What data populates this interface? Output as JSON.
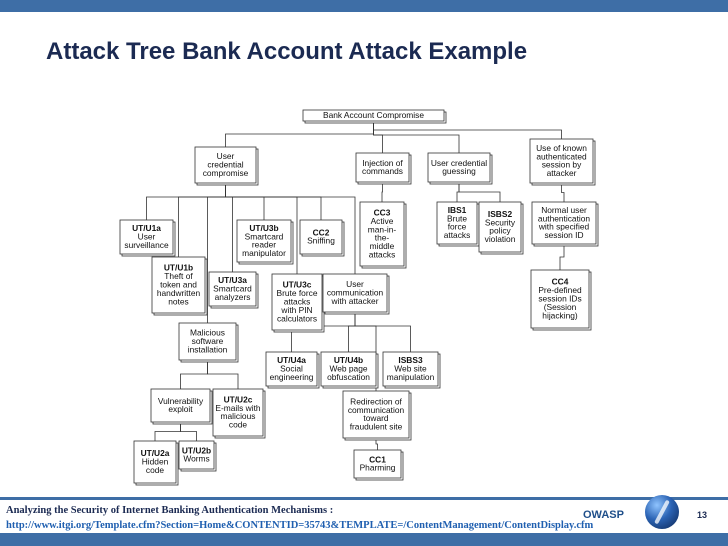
{
  "title": "Attack Tree Bank Account Attack Example",
  "footer": {
    "title": "Analyzing the Security of Internet Banking Authentication Mechanisms :",
    "url": "http://www.itgi.org/Template.cfm?Section=Home&CONTENTID=35743&TEMPLATE=/ContentManagement/ContentDisplay.cfm",
    "brand": "OWASP",
    "page": "13"
  },
  "colors": {
    "accent": "#3e6ea6",
    "title": "#1b2a52",
    "link": "#1f5fb0"
  },
  "icons": {
    "logo": "owasp-globe-icon"
  },
  "nodes": [
    {
      "id": "root",
      "bold": false,
      "lines": [
        "Bank Account Compromise"
      ]
    },
    {
      "id": "user-credential-compromise",
      "bold": false,
      "lines": [
        "User",
        "credential",
        "compromise"
      ]
    },
    {
      "id": "injection-of-commands",
      "bold": false,
      "lines": [
        "Injection of",
        "commands"
      ]
    },
    {
      "id": "user-credential-guessing",
      "bold": false,
      "lines": [
        "User credential",
        "guessing"
      ]
    },
    {
      "id": "use-of-known-session",
      "bold": false,
      "lines": [
        "Use of known",
        "authenticated",
        "session by",
        "attacker"
      ]
    },
    {
      "id": "ut-u1a",
      "bold": true,
      "lines": [
        "UT/U1a",
        "User",
        "surveillance"
      ]
    },
    {
      "id": "ut-u3b",
      "bold": true,
      "lines": [
        "UT/U3b",
        "Smartcard",
        "reader",
        "manipulator"
      ]
    },
    {
      "id": "cc2",
      "bold": true,
      "lines": [
        "CC2",
        "Sniffing"
      ]
    },
    {
      "id": "cc3",
      "bold": true,
      "lines": [
        "CC3",
        "Active",
        "man-in-",
        "the-",
        "middle",
        "attacks"
      ]
    },
    {
      "id": "ibs1",
      "bold": true,
      "lines": [
        "IBS1",
        "Brute",
        "force",
        "attacks"
      ]
    },
    {
      "id": "isbs2",
      "bold": true,
      "lines": [
        "ISBS2",
        "Security",
        "policy",
        "violation"
      ]
    },
    {
      "id": "normal-user-authentication",
      "bold": false,
      "lines": [
        "Normal user",
        "authentication",
        "with specified",
        "session ID"
      ]
    },
    {
      "id": "ut-u1b",
      "bold": true,
      "lines": [
        "UT/U1b",
        "Theft of",
        "token and",
        "handwritten",
        "notes"
      ]
    },
    {
      "id": "ut-u3a",
      "bold": true,
      "lines": [
        "UT/U3a",
        "Smartcard",
        "analyzers"
      ]
    },
    {
      "id": "ut-u3c",
      "bold": true,
      "lines": [
        "UT/U3c",
        "Brute force",
        "attacks",
        "with PIN",
        "calculators"
      ]
    },
    {
      "id": "user-communication-with-attacker",
      "bold": false,
      "lines": [
        "User",
        "communication",
        "with attacker"
      ]
    },
    {
      "id": "cc4",
      "bold": true,
      "lines": [
        "CC4",
        "Pre-defined",
        "session IDs",
        "(Session",
        "hijacking)"
      ]
    },
    {
      "id": "malicious-software-installation",
      "bold": false,
      "lines": [
        "Malicious",
        "software",
        "installation"
      ]
    },
    {
      "id": "ut-u4a",
      "bold": true,
      "lines": [
        "UT/U4a",
        "Social",
        "engineering"
      ]
    },
    {
      "id": "ut-u4b",
      "bold": true,
      "lines": [
        "UT/U4b",
        "Web page",
        "obfuscation"
      ]
    },
    {
      "id": "isbs3",
      "bold": true,
      "lines": [
        "ISBS3",
        "Web site",
        "manipulation"
      ]
    },
    {
      "id": "vulnerability-exploit",
      "bold": false,
      "lines": [
        "Vulnerability",
        "exploit"
      ]
    },
    {
      "id": "ut-u2c",
      "bold": true,
      "lines": [
        "UT/U2c",
        "E-mails with",
        "malicious",
        "code"
      ]
    },
    {
      "id": "redirection-of-communication",
      "bold": false,
      "lines": [
        "Redirection of",
        "communication",
        "toward",
        "fraudulent site"
      ]
    },
    {
      "id": "ut-u2a",
      "bold": true,
      "lines": [
        "UT/U2a",
        "Hidden",
        "code"
      ]
    },
    {
      "id": "ut-u2b",
      "bold": true,
      "lines": [
        "UT/U2b",
        "Worms"
      ]
    },
    {
      "id": "cc1",
      "bold": true,
      "lines": [
        "CC1",
        "Pharming"
      ]
    }
  ],
  "edges": [
    [
      "root",
      "user-credential-compromise"
    ],
    [
      "root",
      "injection-of-commands"
    ],
    [
      "root",
      "user-credential-guessing"
    ],
    [
      "root",
      "use-of-known-session"
    ],
    [
      "user-credential-compromise",
      "ut-u1a"
    ],
    [
      "user-credential-compromise",
      "ut-u1b"
    ],
    [
      "user-credential-compromise",
      "malicious-software-installation"
    ],
    [
      "user-credential-compromise",
      "ut-u3a"
    ],
    [
      "user-credential-compromise",
      "ut-u3b"
    ],
    [
      "user-credential-compromise",
      "ut-u3c"
    ],
    [
      "user-credential-compromise",
      "cc2"
    ],
    [
      "user-credential-compromise",
      "user-communication-with-attacker"
    ],
    [
      "injection-of-commands",
      "cc3"
    ],
    [
      "user-credential-guessing",
      "ibs1"
    ],
    [
      "user-credential-guessing",
      "isbs2"
    ],
    [
      "use-of-known-session",
      "normal-user-authentication"
    ],
    [
      "normal-user-authentication",
      "cc4"
    ],
    [
      "malicious-software-installation",
      "vulnerability-exploit"
    ],
    [
      "malicious-software-installation",
      "ut-u2c"
    ],
    [
      "vulnerability-exploit",
      "ut-u2a"
    ],
    [
      "vulnerability-exploit",
      "ut-u2b"
    ],
    [
      "user-communication-with-attacker",
      "ut-u4a"
    ],
    [
      "user-communication-with-attacker",
      "ut-u4b"
    ],
    [
      "user-communication-with-attacker",
      "isbs3"
    ],
    [
      "user-communication-with-attacker",
      "redirection-of-communication"
    ],
    [
      "redirection-of-communication",
      "cc1"
    ]
  ]
}
